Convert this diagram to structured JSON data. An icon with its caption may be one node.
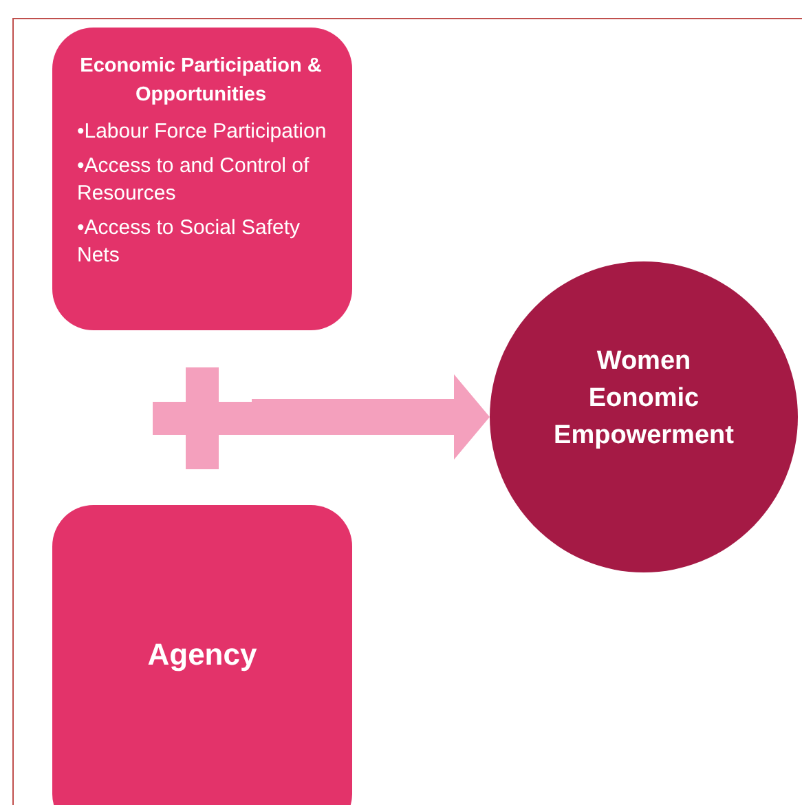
{
  "diagram": {
    "nodes": [
      {
        "text": [
          "Economic Participation & Opportunities",
          "•Labour Force Participation",
          "•Access to and Control of Resources",
          "•Access to Social Safety Nets"
        ]
      },
      {
        "text": [],
        "shape": "plus"
      },
      {
        "text": [
          "Agency"
        ]
      },
      {
        "text": [
          "Women Eonomic Empowerment"
        ]
      }
    ],
    "edges": [
      {
        "from": 1,
        "to": 3,
        "arrow": "to",
        "style": "thick"
      }
    ]
  }
}
